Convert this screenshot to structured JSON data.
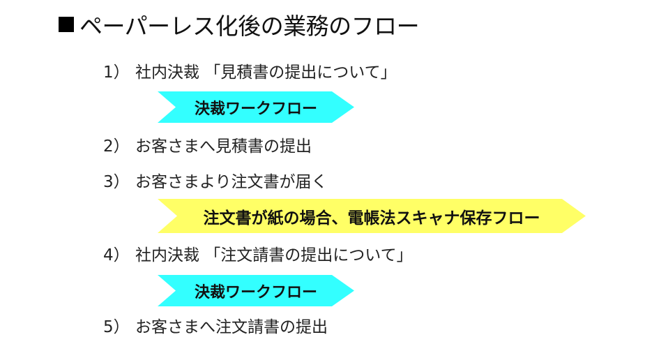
{
  "title": {
    "bullet_icon": "black-square",
    "text": "ペーパーレス化後の業務のフロー"
  },
  "steps": [
    {
      "number": "1）",
      "text": "社内決裁 「見積書の提出について」"
    },
    {
      "number": "2）",
      "text": "お客さまへ見積書の提出"
    },
    {
      "number": "3）",
      "text": "お客さまより注文書が届く"
    },
    {
      "number": "4）",
      "text": "社内決裁 「注文請書の提出について」"
    },
    {
      "number": "5）",
      "text": "お客さまへ注文請書の提出"
    }
  ],
  "arrows": [
    {
      "label": "決裁ワークフロー",
      "color": "#33ffff"
    },
    {
      "label": "注文書が紙の場合、電帳法スキャナ保存フロー",
      "color": "#ffff66"
    },
    {
      "label": "決裁ワークフロー",
      "color": "#33ffff"
    }
  ]
}
